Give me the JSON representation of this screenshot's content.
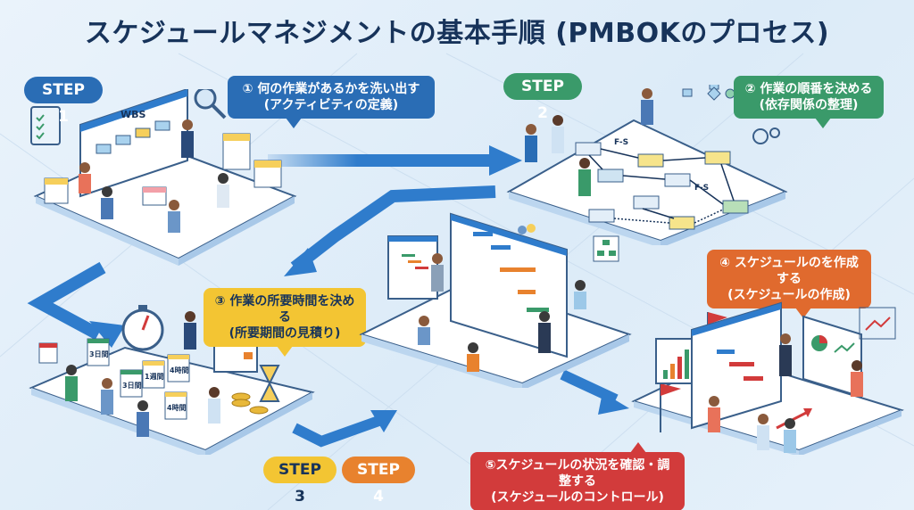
{
  "title": "スケジュールマネジメントの基本手順 (PMBOKのプロセス)",
  "colors": {
    "title": "#17335a",
    "step1": "#2a6db5",
    "step2": "#3a9a6a",
    "step3": "#f3c533",
    "step4": "#e8822e",
    "step5": "#d23b3b",
    "arrow": "#2f7ccc"
  },
  "steps": [
    {
      "pill": "STEP 1",
      "callout_line1": "① 何の作業があるかを洗い出す",
      "callout_line2": "(アクティビティの定義)",
      "scene_label": "WBS",
      "scene_icons": [
        "clipboard-checklist-icon",
        "magnifier-icon",
        "document-stack-icon"
      ]
    },
    {
      "pill": "STEP 2",
      "callout_line1": "② 作業の順番を決める",
      "callout_line2": "(依存関係の整理)",
      "scene_labels": [
        "F-S",
        "F-S"
      ],
      "scene_icons": [
        "flowchart-icon",
        "gears-icon"
      ]
    },
    {
      "pill": "STEP 3",
      "callout_line1": "③ 作業の所要時間を決める",
      "callout_line2": "(所要期間の見積り)",
      "scene_cards": [
        "3日間",
        "3日間",
        "1週間",
        "4時間",
        "4時間"
      ],
      "scene_icons": [
        "stopwatch-icon",
        "calendar-icon",
        "hourglass-icon",
        "coins-icon"
      ]
    },
    {
      "pill": "STEP 4",
      "callout_line1": "④ スケジュールのを作成する",
      "callout_line2": "(スケジュールの作成)",
      "scene_icons": [
        "gantt-chart-icon",
        "org-chart-icon",
        "team-icon"
      ]
    },
    {
      "pill": "",
      "callout_line1": "⑤スケジュールの状況を確認・調整する",
      "callout_line2": "(スケジュールのコントロール)",
      "scene_icons": [
        "flag-icon",
        "bar-chart-icon",
        "pie-chart-icon",
        "trend-arrow-icon"
      ]
    }
  ]
}
